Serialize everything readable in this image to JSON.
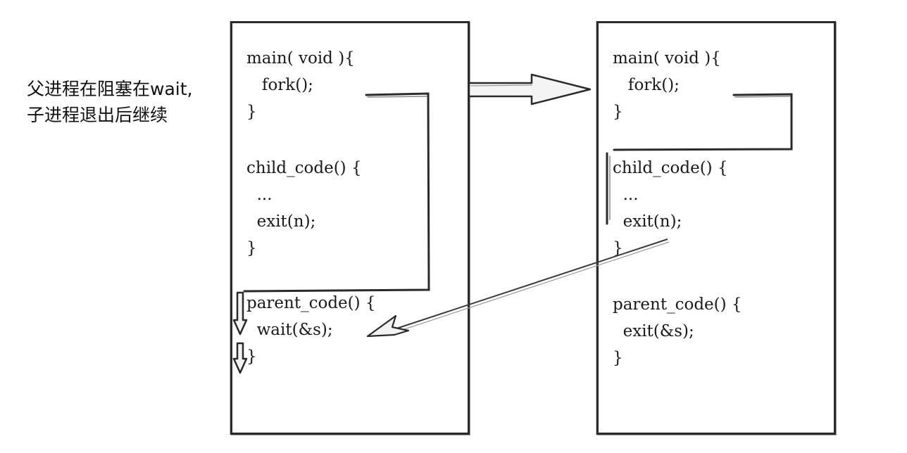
{
  "note": {
    "line1": "父进程在阻塞在wait,",
    "line2": "子进程退出后继续"
  },
  "left_panel": {
    "lines": [
      "main( void ){",
      "   fork();",
      "}",
      "child_code() {",
      "  ...",
      "  exit(n);",
      "}",
      "parent_code() {",
      "  wait(&s);",
      "}"
    ]
  },
  "right_panel": {
    "lines": [
      "main( void ){",
      "   fork();",
      "}",
      "child_code() {",
      "  ...",
      "  exit(n);",
      "}",
      "parent_code() {",
      "  exit(&s);",
      "}"
    ]
  },
  "colors": {
    "stroke": "#2a2a2a",
    "text": "#1a1a1a",
    "arrow_fill": "#f2f2f2"
  }
}
